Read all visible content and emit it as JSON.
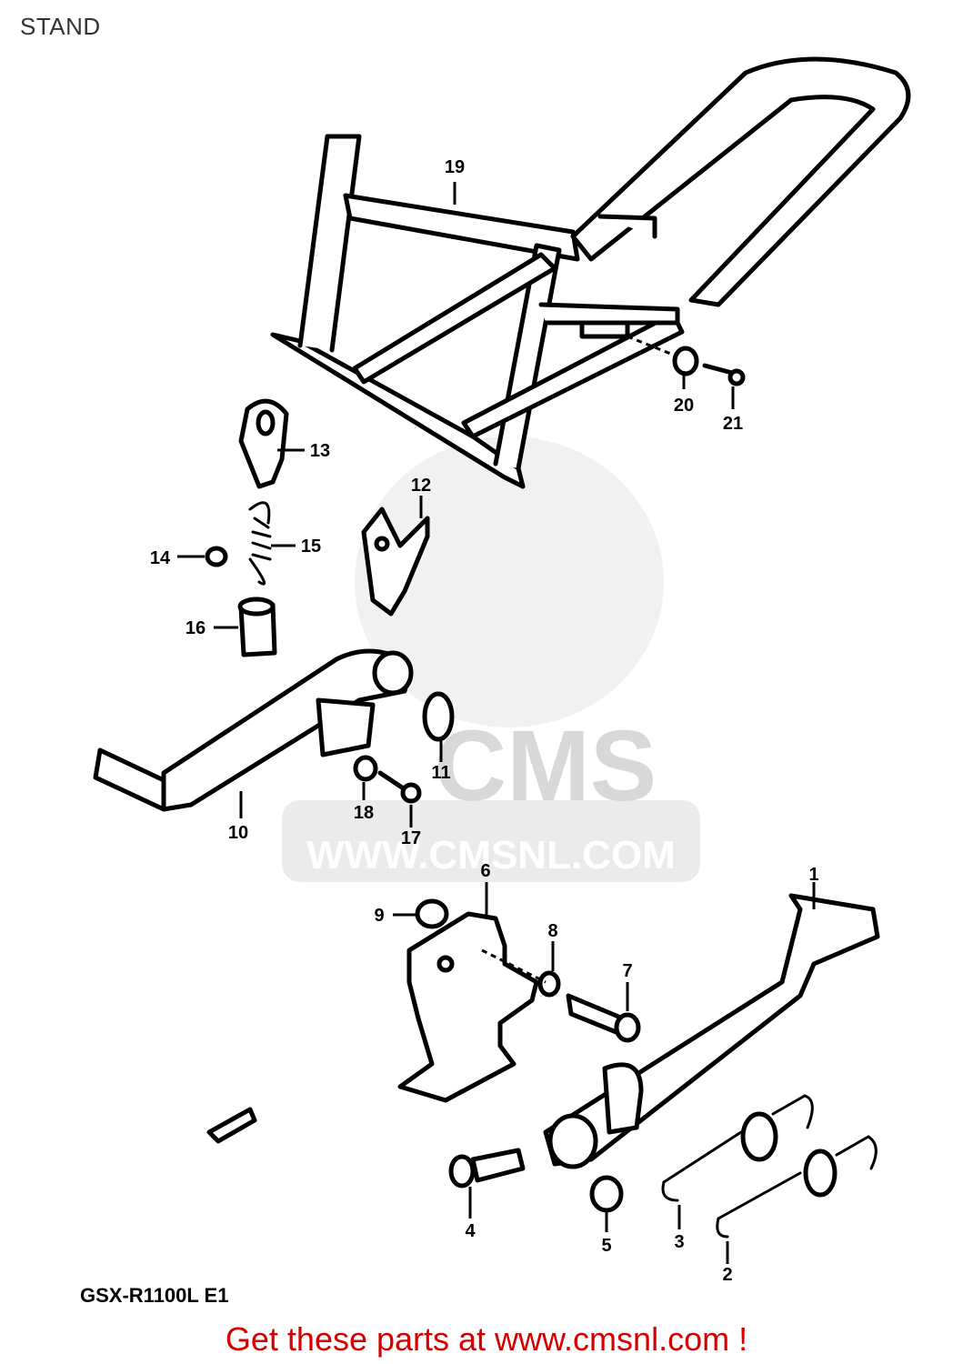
{
  "title": "STAND",
  "model_label": "GSX-R1100L E1",
  "footer": "Get these parts at www.cmsnl.com !",
  "watermark": {
    "logo_text": "CMS",
    "url_text": "WWW.CMSNL.COM"
  },
  "callouts": [
    "1",
    "2",
    "3",
    "4",
    "5",
    "6",
    "7",
    "8",
    "9",
    "10",
    "11",
    "12",
    "13",
    "14",
    "15",
    "16",
    "17",
    "18",
    "19",
    "20",
    "21"
  ],
  "colors": {
    "footer_text": "#d40000",
    "watermark": "#d8d8d8",
    "line_art": "#000000"
  }
}
